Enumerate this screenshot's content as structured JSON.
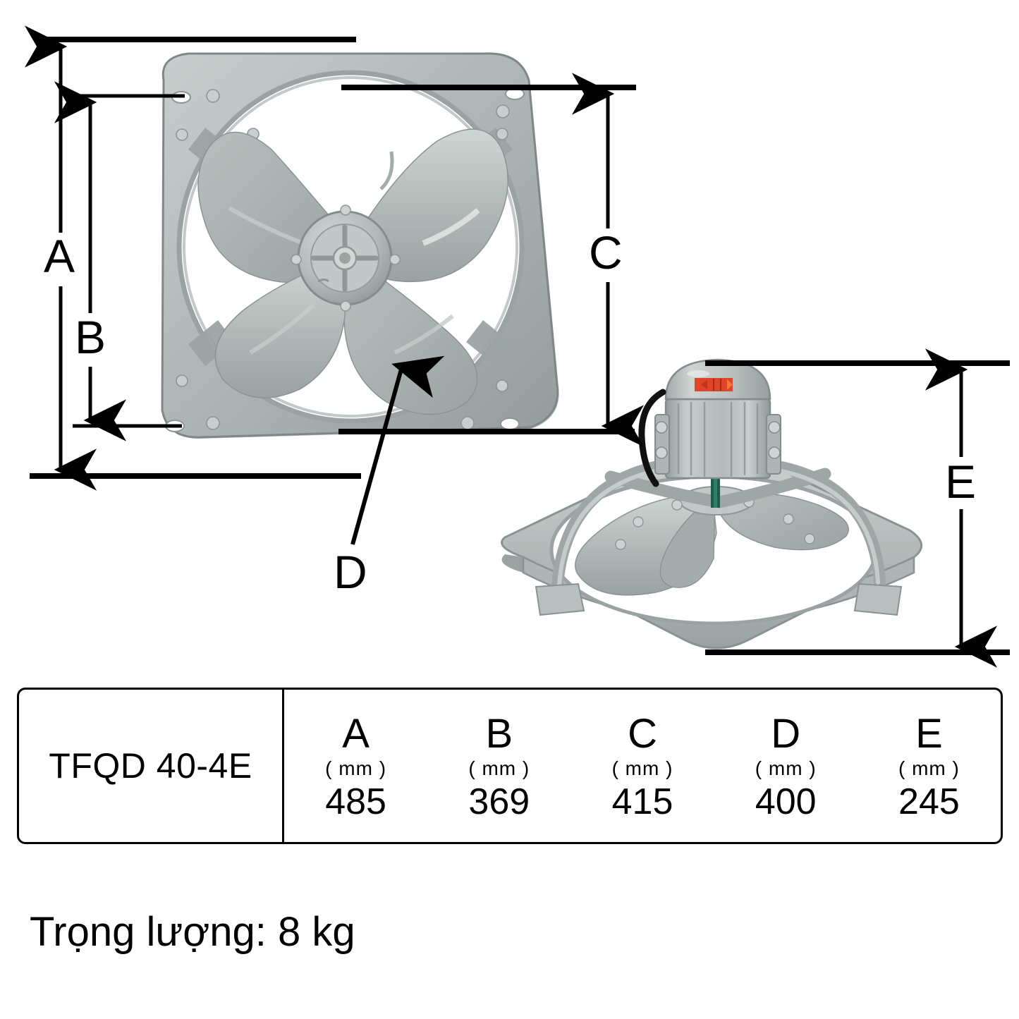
{
  "product": {
    "model": "TFQD 40-4E",
    "weight_label": "Trọng lượng: 8 kg"
  },
  "dimension_callouts": {
    "a": "A",
    "b": "B",
    "c": "C",
    "d": "D",
    "e": "E"
  },
  "spec_table": {
    "model_cell": "TFQD 40-4E",
    "columns": [
      {
        "letter": "A",
        "unit": "( mm )",
        "value": "485"
      },
      {
        "letter": "B",
        "unit": "( mm )",
        "value": "369"
      },
      {
        "letter": "C",
        "unit": "( mm )",
        "value": "415"
      },
      {
        "letter": "D",
        "unit": "( mm )",
        "value": "400"
      },
      {
        "letter": "E",
        "unit": "( mm )",
        "value": "245"
      }
    ]
  },
  "chart_data": {
    "type": "table",
    "title": "TFQD 40-4E dimensions",
    "categories": [
      "A",
      "B",
      "C",
      "D",
      "E"
    ],
    "values": [
      485,
      369,
      415,
      400,
      245
    ],
    "unit": "mm",
    "extra": {
      "Trọng lượng": "8 kg"
    }
  },
  "colors": {
    "frame_grey": "#b2b8b8",
    "frame_grey_dark": "#8e9698",
    "blade_grey": "#aab2b2",
    "blade_grey_light": "#c3cac9",
    "hub_grey": "#b9c0c0",
    "motor_grey": "#b4bbbc",
    "line_black": "#000000",
    "arrow_sticker_red": "#e0452a"
  },
  "icons": {
    "dimension_arrow": "double-arrow-icon",
    "leader_arrow": "leader-arrow-icon",
    "motor_direction_sticker": "rotation-arrow-sticker-icon"
  }
}
